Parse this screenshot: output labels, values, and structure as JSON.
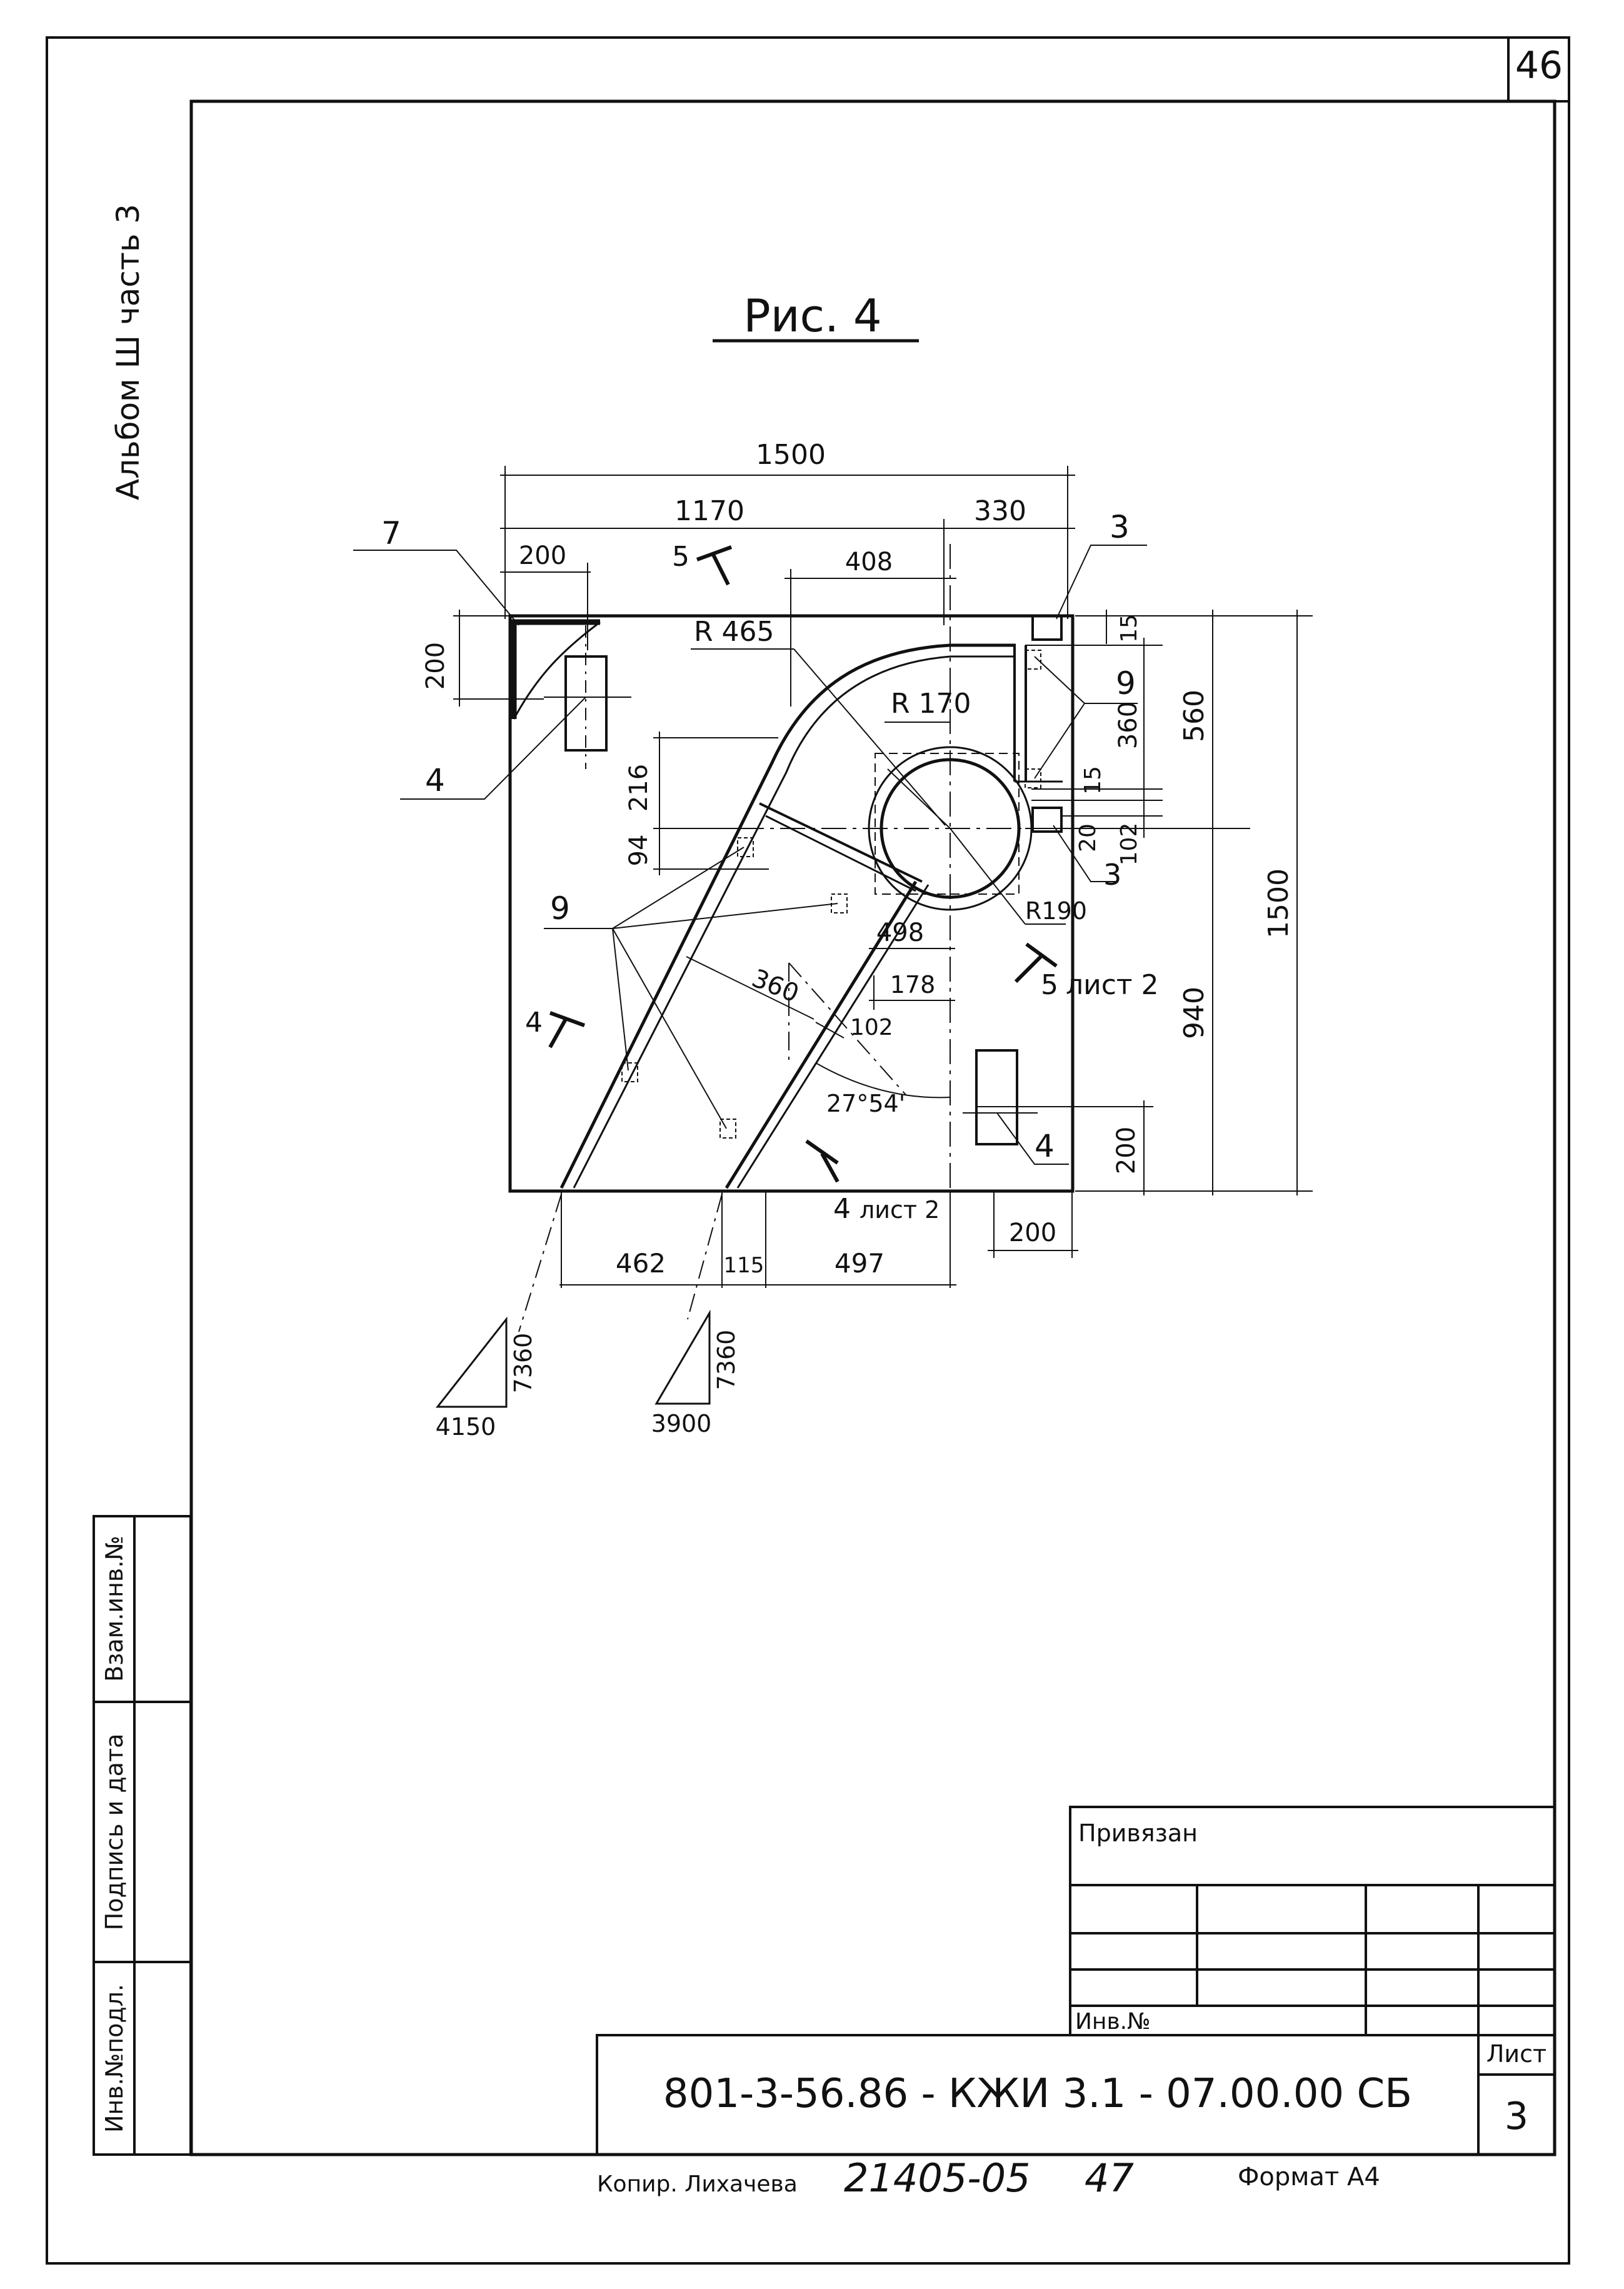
{
  "sheet_number": "46",
  "album_label": "Альбом Ш часть 3",
  "figure_title": "Рис. 4",
  "dimensions": {
    "top_overall": "1500",
    "top_left": "1170",
    "top_right": "330",
    "top_200": "200",
    "top_408": "408",
    "left_200": "200",
    "left_216": "216",
    "left_94": "94",
    "r465": "R 465",
    "r170": "R 170",
    "r190": "R190",
    "right_15a": "15",
    "right_360": "360",
    "right_15b": "15",
    "right_20": "20",
    "right_102": "102",
    "right_560": "560",
    "right_1500": "1500",
    "right_940": "940",
    "right_200": "200",
    "mid_498": "498",
    "mid_360": "360",
    "mid_178": "178",
    "mid_102": "102",
    "angle": "27°54'",
    "bottom_462": "462",
    "bottom_115": "115",
    "bottom_497": "497",
    "bottom_200": "200"
  },
  "callouts": {
    "c7": "7",
    "c4_top": "4",
    "c3_top": "3",
    "c9_right": "9",
    "c3_mid": "3",
    "c9_left": "9",
    "c4_bottom": "4"
  },
  "sections": {
    "s5_top": "5",
    "s5_right": "5",
    "s5_right_sheet": "лист 2",
    "s4_left": "4",
    "s4_bottom": "4",
    "s4_bottom_sheet": "лист 2"
  },
  "slopes": {
    "left_rise": "7360",
    "left_run": "4150",
    "right_rise": "7360",
    "right_run": "3900"
  },
  "side_stamp": {
    "col1": "Инв.№подл.",
    "col2": "Подпись и дата",
    "col3": "Взам.инв.№"
  },
  "title_block": {
    "attached": "Привязан",
    "inv": "Инв.№",
    "code": "801-3-56.86 - КЖИ 3.1 - 07.00.00 СБ",
    "sheet_label": "Лист",
    "sheet_value": "3"
  },
  "footer": {
    "copied_by": "Копир. Лихачева",
    "order_no": "21405-05",
    "page_no": "47",
    "format": "Формат А4"
  }
}
